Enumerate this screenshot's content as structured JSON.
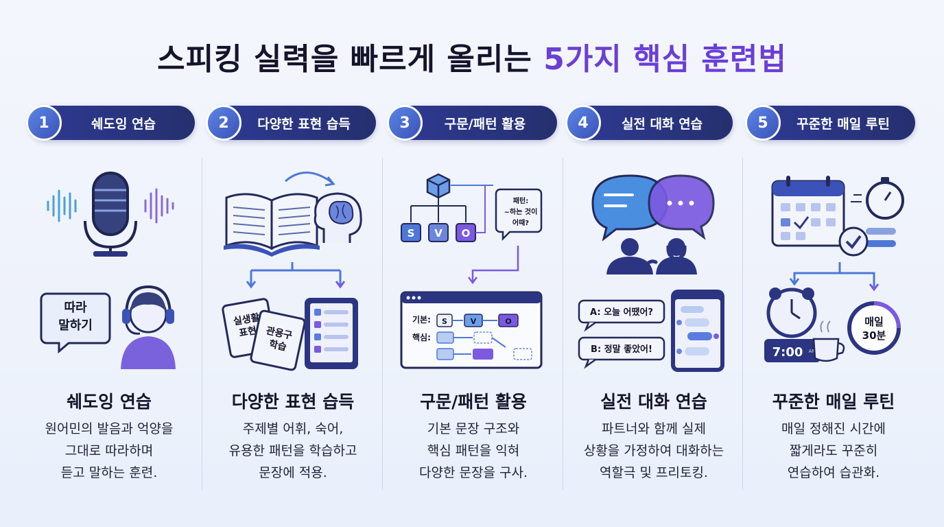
{
  "title": {
    "part1": "스피킹 실력을 빠르게 올리는 ",
    "part2": "5가지 핵심 훈련법"
  },
  "colors": {
    "accent": "#6a3fd6",
    "navy": "#2c3581",
    "blue": "#4d78d8",
    "purple": "#7b5ae0"
  },
  "steps": [
    {
      "num": "1",
      "label": "쉐도잉 연습"
    },
    {
      "num": "2",
      "label": "다양한 표현 습득"
    },
    {
      "num": "3",
      "label": "구문/패턴 활용"
    },
    {
      "num": "4",
      "label": "실전 대화 연습"
    },
    {
      "num": "5",
      "label": "꾸준한 매일 루틴"
    }
  ],
  "cards": [
    {
      "heading": "쉐도잉 연습",
      "desc": [
        "원어민의 발음과 억양을",
        "그대로 따라하며",
        "듣고 말하는 훈련."
      ],
      "bubble": [
        "따라",
        "말하기"
      ]
    },
    {
      "heading": "다양한 표현 습득",
      "desc": [
        "주제별 어휘, 숙어,",
        "유용한 패턴을 학습하고",
        "문장에 적용."
      ],
      "card_a": [
        "실생활",
        "표현"
      ],
      "card_b": [
        "관용구",
        "학습"
      ]
    },
    {
      "heading": "구문/패턴 활용",
      "desc": [
        "기본 문장 구조와",
        "핵심 패턴을 익혀",
        "다양한 문장을 구사."
      ],
      "tokens": [
        "S",
        "V",
        "O"
      ],
      "pattern_bubble": [
        "패턴:",
        "~하는 것이",
        "어때?"
      ],
      "row_basic": "기본:",
      "row_core": "핵심:"
    },
    {
      "heading": "실전 대화 연습",
      "desc": [
        "파트너와 함께 실제",
        "상황을 가정하여 대화하는",
        "역할극 및 프리토킹."
      ],
      "dialog_a": "A: 오늘 어땠어?",
      "dialog_b": "B: 정말 좋았어!"
    },
    {
      "heading": "꾸준한 매일 루틴",
      "desc": [
        "매일 정해진 시간에",
        "짧게라도 꾸준히",
        "연습하여 습관화."
      ],
      "clock_time": "7:00",
      "clock_ampm": "AM",
      "badge": [
        "매일",
        "30분"
      ]
    }
  ]
}
